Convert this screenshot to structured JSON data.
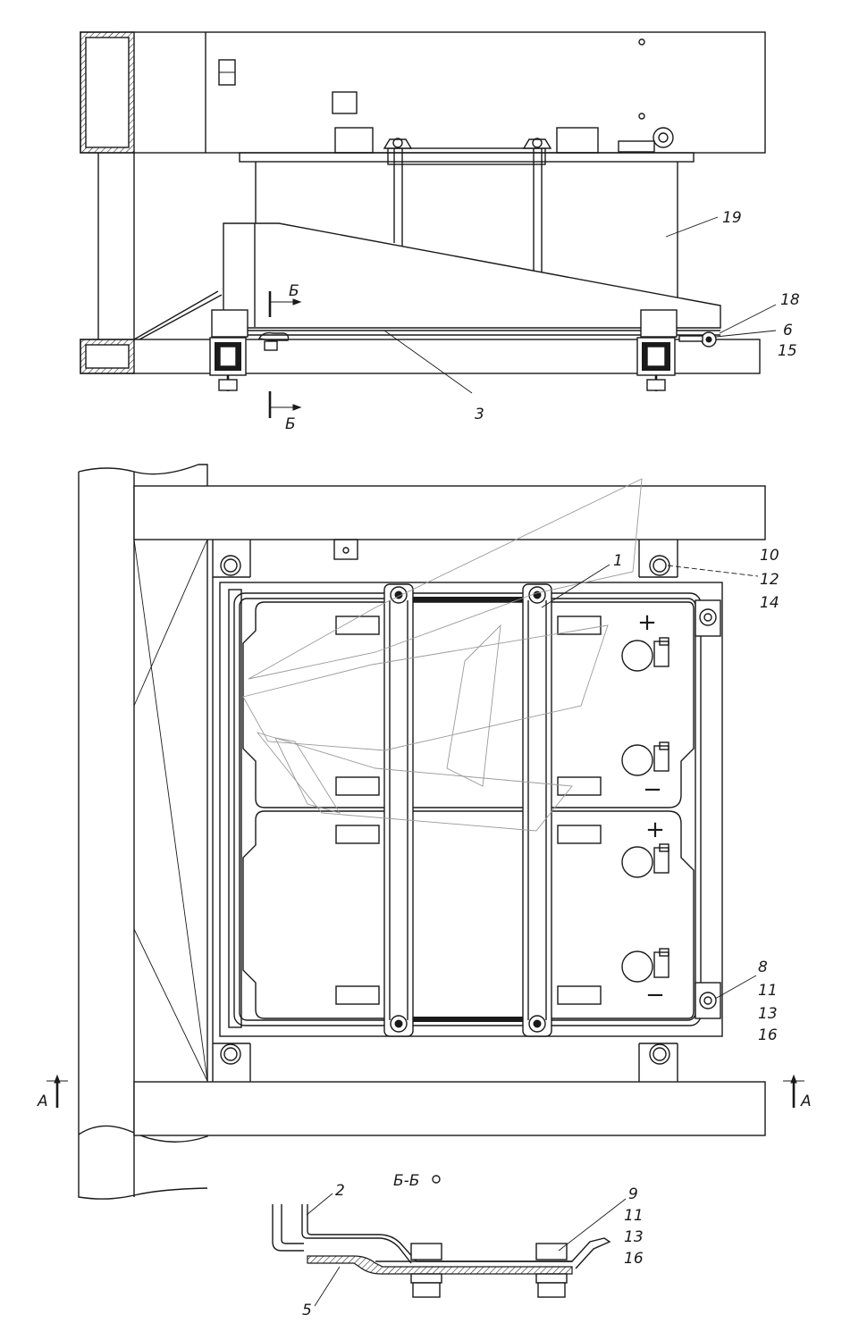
{
  "top_view": {
    "callouts": {
      "c19": "19",
      "c18": "18",
      "c6": "6",
      "c15": "15",
      "c3": "3"
    },
    "section_marks": {
      "upper": "Б",
      "lower": "Б"
    }
  },
  "plan_view": {
    "callouts": {
      "c1": "1",
      "c10": "10",
      "c12": "12",
      "c14": "14",
      "c8": "8",
      "c11": "11",
      "c13": "13",
      "c16": "16"
    },
    "section_marks": {
      "left": "А",
      "right": "А"
    },
    "terminal_symbols": {
      "plus": "+",
      "minus": "−"
    }
  },
  "section_bb": {
    "title": "Б-Б",
    "callouts": {
      "c2": "2",
      "c9": "9",
      "c11": "11",
      "c13": "13",
      "c16": "16",
      "c5": "5"
    }
  }
}
